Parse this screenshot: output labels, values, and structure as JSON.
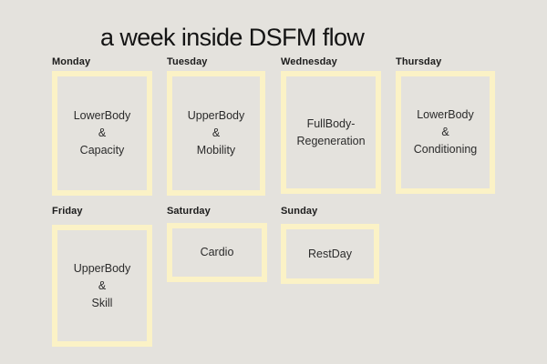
{
  "title": "a week inside DSFM flow",
  "colors": {
    "background": "#e4e2dd",
    "box_border": "#fbf2c6",
    "text": "#1c1c1c",
    "activity_text": "#2b2b2b"
  },
  "days": [
    {
      "label": "Monday",
      "activity": "LowerBody\n&\nCapacity"
    },
    {
      "label": "Tuesday",
      "activity": "UpperBody\n&\nMobility"
    },
    {
      "label": "Wednesday",
      "activity": "FullBody-\nRegeneration"
    },
    {
      "label": "Thursday",
      "activity": "LowerBody\n&\nConditioning"
    },
    {
      "label": "Friday",
      "activity": "UpperBody\n&\nSkill"
    },
    {
      "label": "Saturday",
      "activity": "Cardio"
    },
    {
      "label": "Sunday",
      "activity": "RestDay"
    }
  ]
}
